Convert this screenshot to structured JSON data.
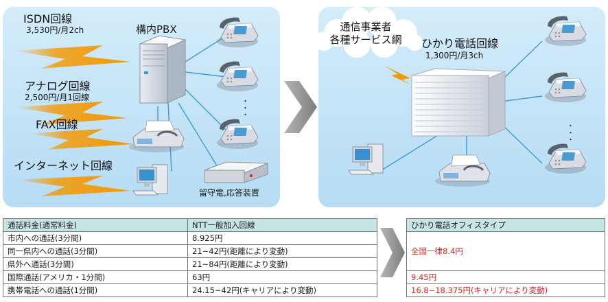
{
  "left": {
    "lines": [
      {
        "name": "ISDN回線",
        "price": "3,530円/月2ch"
      },
      {
        "name": "アナログ回線",
        "price": "2,500円/月1回線"
      },
      {
        "name": "FAX回線",
        "price": ""
      },
      {
        "name": "インターネット回線",
        "price": ""
      }
    ],
    "pbx_label": "構内PBX",
    "device_label": "留守電,応答装置",
    "dots": "・・・"
  },
  "right": {
    "cloud_line1": "通信事業者",
    "cloud_line2": "各種サービス網",
    "service_name": "ひかり電話回線",
    "service_price": "1,300円/月3ch",
    "dots": "・・・"
  },
  "table_left": {
    "header": [
      "通話料金(通常料金)",
      "NTT一般加入回線"
    ],
    "rows": [
      [
        "市内への通話(3分間)",
        "8.925円"
      ],
      [
        "同一県内への通話(3分間)",
        "21~42円(距離により変動)"
      ],
      [
        "県外へ通話(3分間)",
        "21~84円(距離により変動)"
      ],
      [
        "国際通話(アメリカ・1分間)",
        "63円"
      ],
      [
        "携帯電話への通話(1分間)",
        "24.15~42円(キャリアにより変動)"
      ]
    ]
  },
  "table_right": {
    "header": "ひかり電話オフィスタイプ",
    "domestic": "全国一律8.4円",
    "international": "9.45円",
    "mobile": "16.8~18.375円(キャリアにより変動)"
  },
  "colors": {
    "panel": "#c5e5f7",
    "lightning": "#f39800",
    "header_bg": "#c6e5e4",
    "highlight": "#e02020",
    "arrow": "#8e8e8e"
  }
}
